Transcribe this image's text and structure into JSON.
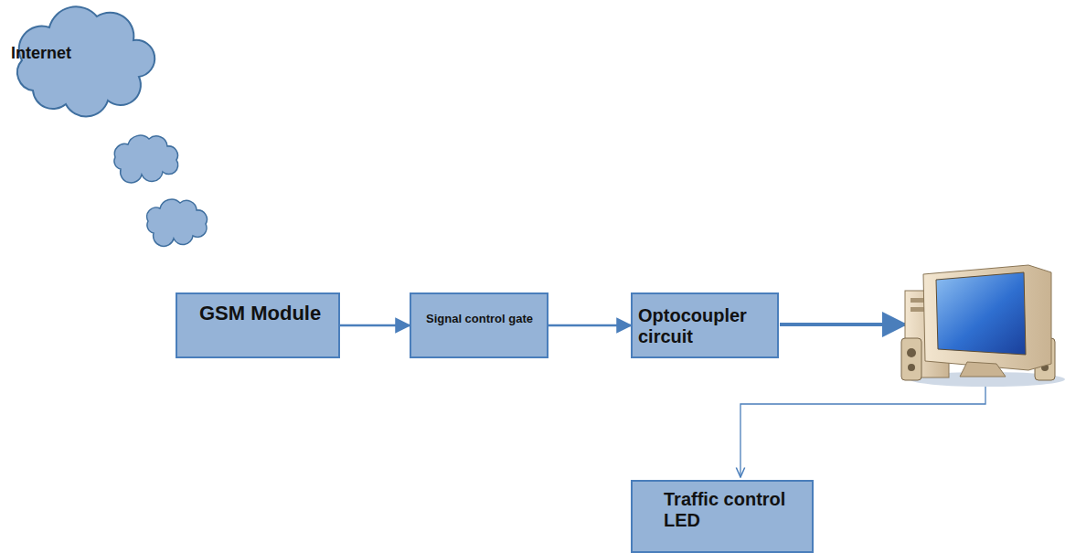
{
  "diagram": {
    "nodes": [
      {
        "text": [
          "Internet"
        ]
      },
      {
        "text": [
          "GSM Module"
        ]
      },
      {
        "text": [
          "Signal control gate"
        ]
      },
      {
        "text": [
          "Optocoupler circuit"
        ]
      },
      {
        "text": [
          "Traffic control LED"
        ]
      }
    ],
    "edges": [
      {
        "from": 1,
        "to": 2,
        "arrow": "to"
      },
      {
        "from": 2,
        "to": 3,
        "arrow": "to"
      }
    ]
  }
}
